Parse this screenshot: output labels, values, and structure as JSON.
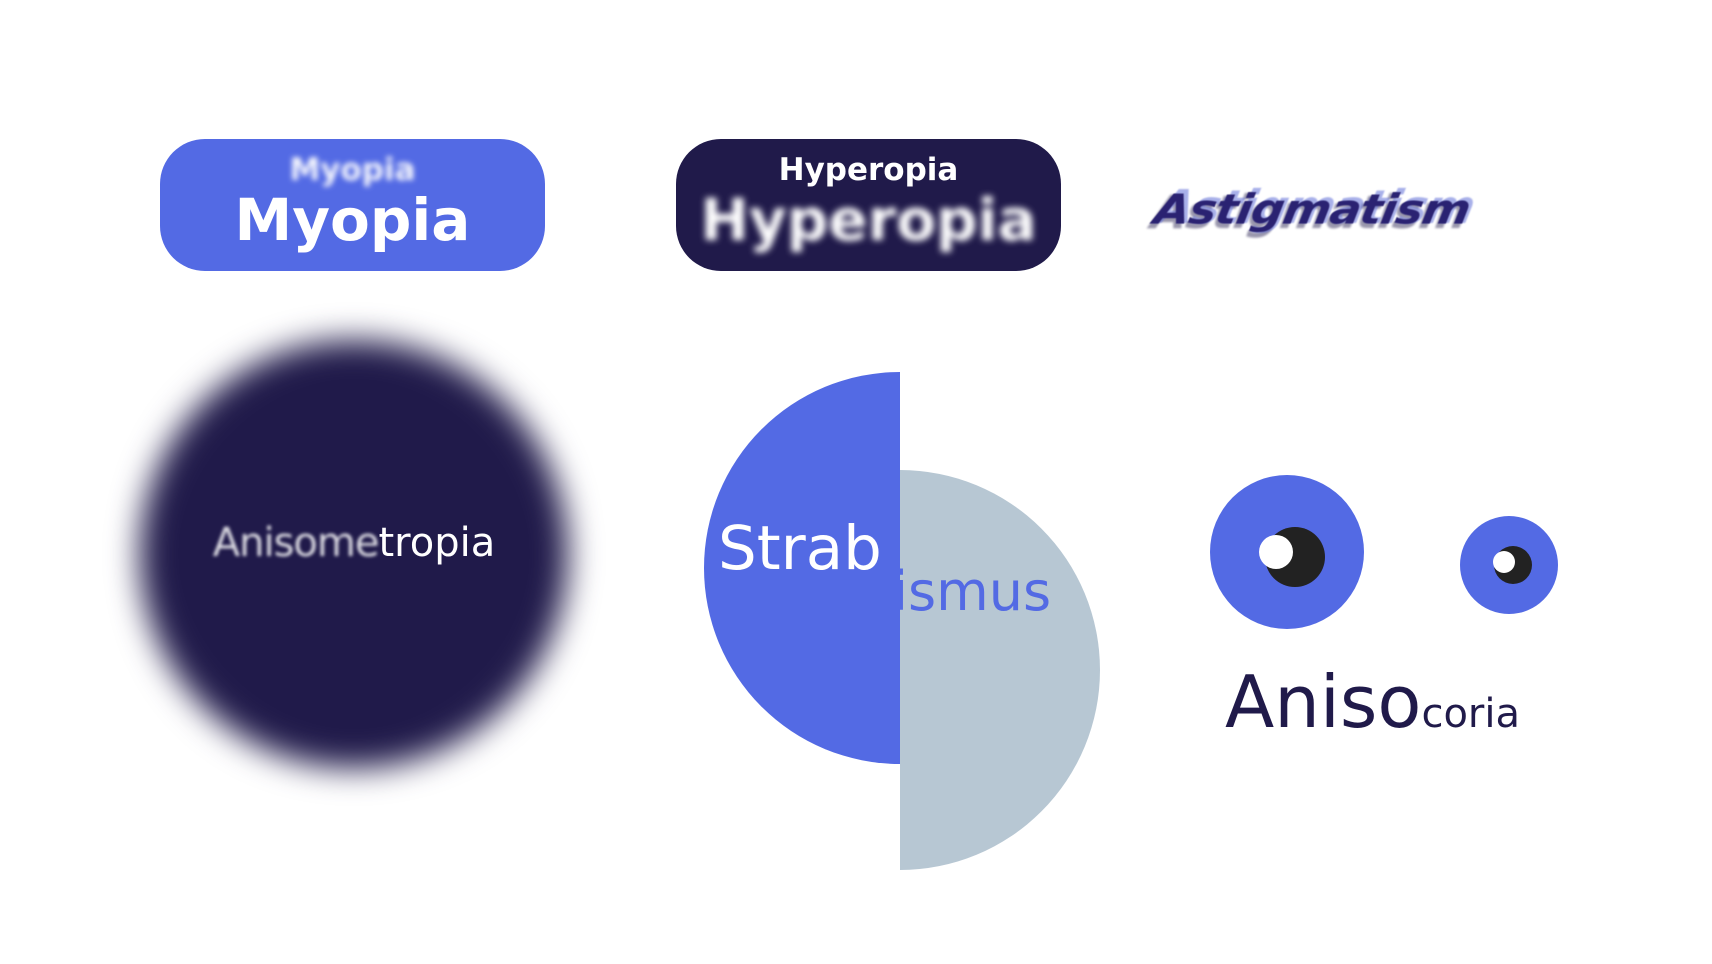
{
  "colors": {
    "accent_blue": "#536ae4",
    "navy": "#201a4a",
    "slate": "#b7c7d3",
    "white": "#ffffff",
    "pupil": "#222222"
  },
  "myopia": {
    "small_label": "Myopia",
    "big_label": "Myopia"
  },
  "hyperopia": {
    "small_label": "Hyperopia",
    "big_label": "Hyperopia"
  },
  "astigmatism": {
    "label": "Astigmatism"
  },
  "anisometropia": {
    "blurred_part": "Anisome",
    "sharp_part": "tropia"
  },
  "strabismus": {
    "left_part": "Strab",
    "right_part": "ismus"
  },
  "anisocoria": {
    "big_part": "Aniso",
    "small_part": "coria"
  }
}
